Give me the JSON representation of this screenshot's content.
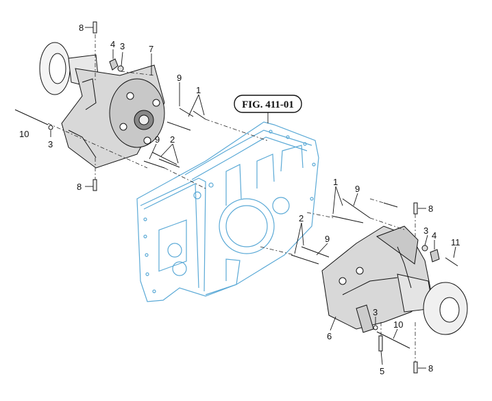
{
  "figure_ref": "FIG. 411-01",
  "callouts": {
    "c8_tl": "8",
    "c4_l": "4",
    "c3_tl": "3",
    "c7": "7",
    "c9_tl": "9",
    "c1_tl": "1",
    "c10_l": "10",
    "c3_l": "3",
    "c9_ml": "9",
    "c2_ml": "2",
    "c8_ml": "8",
    "c1_r": "1",
    "c9_r": "9",
    "c8_r": "8",
    "c2_r": "2",
    "c9_rm": "9",
    "c3_r": "3",
    "c4_r": "4",
    "c11": "11",
    "c3_rb": "3",
    "c10_r": "10",
    "c6": "6",
    "c5": "5",
    "c8_rb": "8"
  },
  "colors": {
    "housing": "#5aa9d6",
    "parts": "#111111",
    "background": "#ffffff"
  }
}
